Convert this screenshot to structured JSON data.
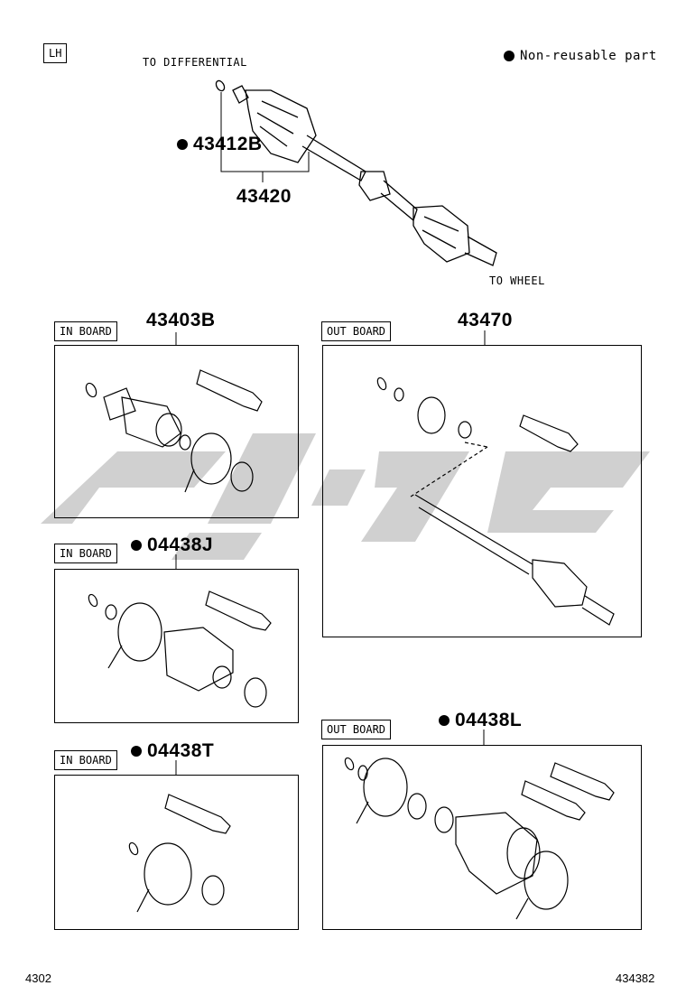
{
  "header": {
    "side_tag": "LH",
    "legend_label": "Non-reusable part",
    "to_differential": "TO DIFFERENTIAL",
    "to_wheel": "TO WHEEL",
    "part_43412B": "43412B",
    "part_43420": "43420"
  },
  "panels": [
    {
      "tag": "IN BOARD",
      "part": "43403B",
      "non_reusable": false
    },
    {
      "tag": "OUT BOARD",
      "part": "43470",
      "non_reusable": false
    },
    {
      "tag": "IN BOARD",
      "part": "04438J",
      "non_reusable": true
    },
    {
      "tag": "IN BOARD",
      "part": "04438T",
      "non_reusable": true
    },
    {
      "tag": "OUT BOARD",
      "part": "04438L",
      "non_reusable": true
    }
  ],
  "footer": {
    "page_number": "4302",
    "figure_number": "434382"
  },
  "watermark": {
    "color": "#c8c8c8"
  }
}
